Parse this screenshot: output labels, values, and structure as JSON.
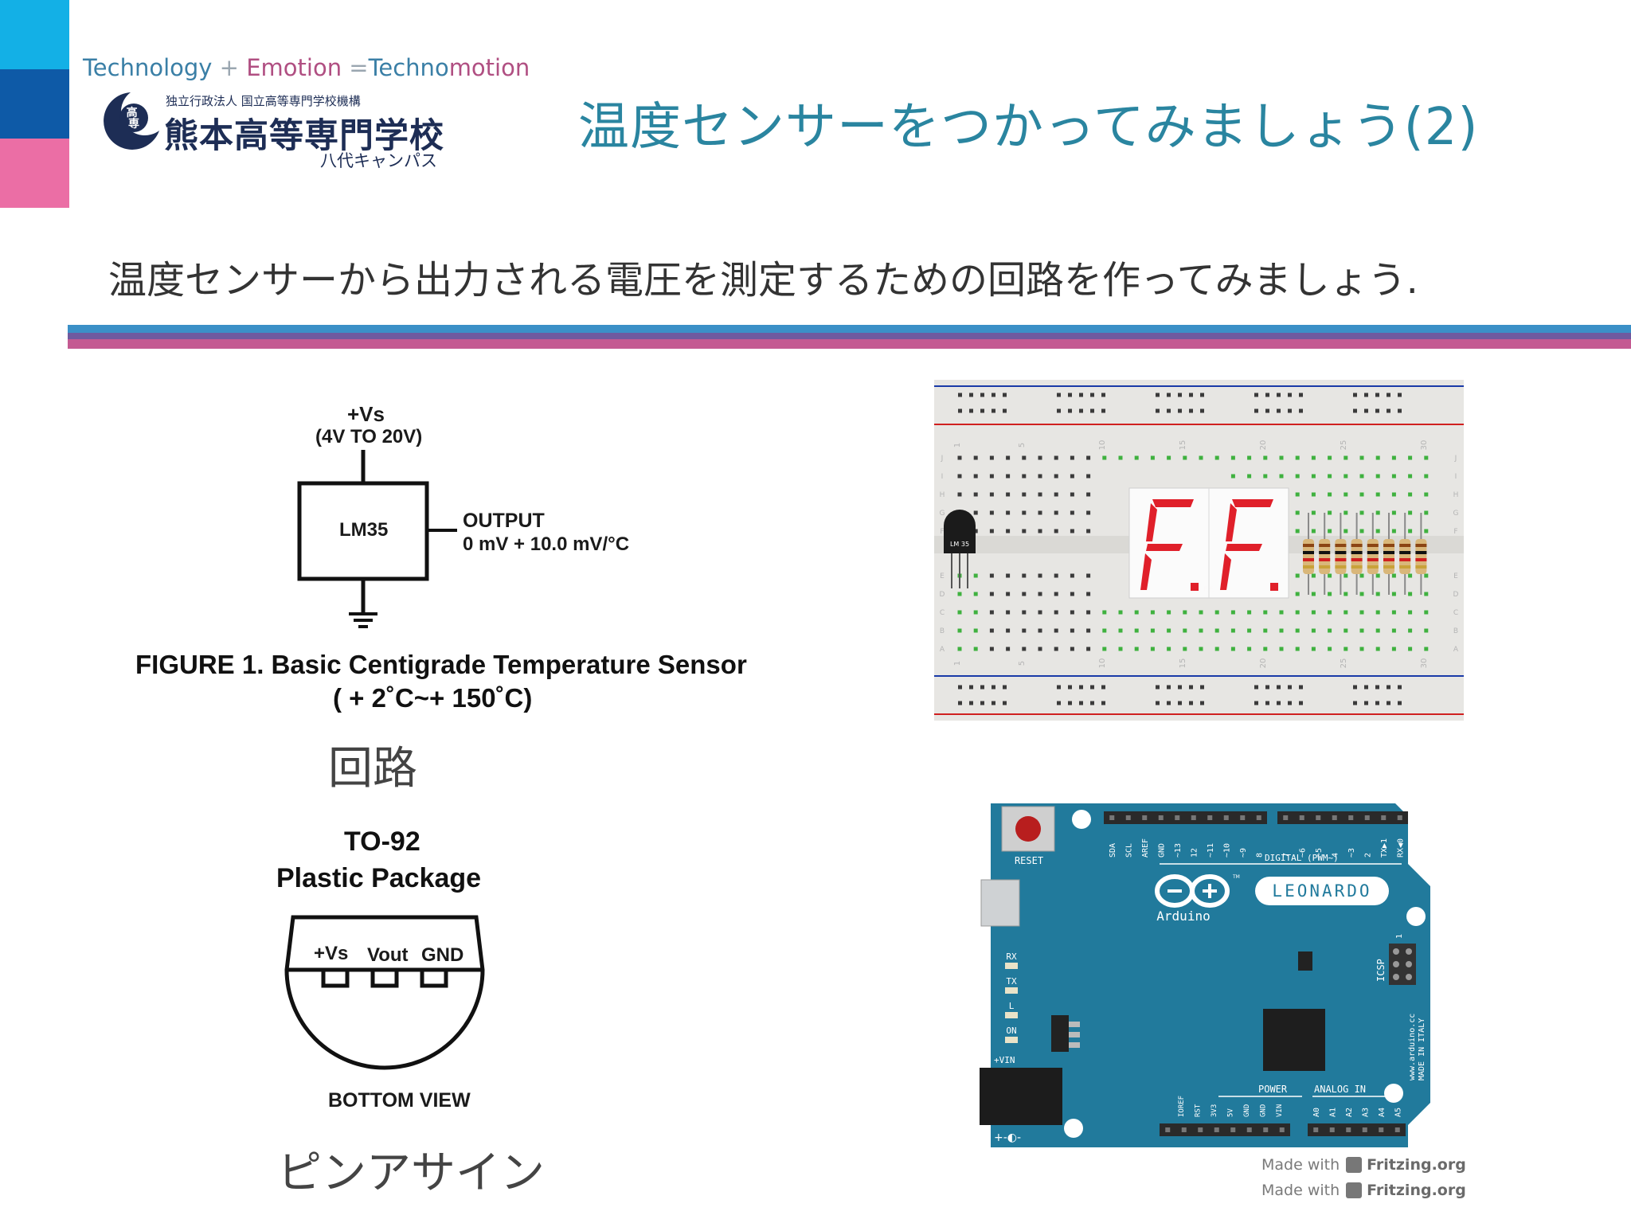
{
  "header": {
    "tagline": {
      "technology": "Technology",
      "plus": "+",
      "emotion": "Emotion",
      "equals": "=",
      "techno": "Techno",
      "motion": "motion"
    },
    "logo_mark": "高専",
    "org_sub": "独立行政法人 国立高等専門学校機構",
    "school_name": "熊本高等専門学校",
    "campus": "八代キャンパス"
  },
  "title": "温度センサーをつかってみましょう(2)",
  "subtitle": "温度センサーから出力される電圧を測定するための回路を作ってみましょう.",
  "circuit": {
    "vs_label": "+Vs",
    "vs_range": "(4V TO 20V)",
    "chip": "LM35",
    "output_label": "OUTPUT",
    "output_value": "0 mV + 10.0 mV/°C",
    "figure_caption": "FIGURE 1.   Basic Centigrade Temperature Sensor",
    "figure_range": "( + 2˚C~+ 150˚C)",
    "caption_jp": "回路"
  },
  "package": {
    "title": "TO-92",
    "subtitle": "Plastic Package",
    "pins": [
      "+Vs",
      "Vout",
      "GND"
    ],
    "view": "BOTTOM VIEW",
    "caption_jp": "ピンアサイン"
  },
  "breadboard": {
    "sensor_label": "LM 35",
    "display_text": "F.F.",
    "col_numbers": [
      "1",
      "5",
      "10",
      "15",
      "20",
      "25",
      "30"
    ],
    "row_letters_top": [
      "J",
      "I",
      "H",
      "G",
      "F"
    ],
    "row_letters_bottom": [
      "E",
      "D",
      "C",
      "B",
      "A"
    ]
  },
  "arduino": {
    "reset": "RESET",
    "model": "LEONARDO",
    "brand": "Arduino",
    "tm": "TM",
    "digital": "DIGITAL (PWM~)",
    "top_pins": [
      "SDA",
      "SCL",
      "AREF",
      "GND",
      "~13",
      "12",
      "~11",
      "~10",
      "~9",
      "8",
      "7",
      "~6",
      "~5",
      "4",
      "~3",
      "2",
      "TX▶1",
      "RX◀0"
    ],
    "leds": [
      "RX",
      "TX",
      "L",
      "ON"
    ],
    "vin": "+VIN",
    "icsp": "ICSP",
    "icsp_one": "1",
    "website": "www.arduino.cc",
    "made_in": "MADE IN ITALY",
    "power": "POWER",
    "analog": "ANALOG IN",
    "power_pins": [
      "IOREF",
      "RST",
      "3V3",
      "5V",
      "GND",
      "GND",
      "VIN"
    ],
    "analog_pins": [
      "A0",
      "A1",
      "A2",
      "A3",
      "A4",
      "A5"
    ],
    "polarity": "+-◐-"
  },
  "credits": [
    {
      "made": "Made with",
      "brand": "Fritzing.org"
    },
    {
      "made": "Made with",
      "brand": "Fritzing.org"
    }
  ],
  "colors": {
    "cyan": "#13b0e6",
    "blue": "#0e5aa7",
    "pink": "#eb6ea5",
    "title": "#2a85a0",
    "board": "#217a9c",
    "segment": "#e0202a"
  }
}
